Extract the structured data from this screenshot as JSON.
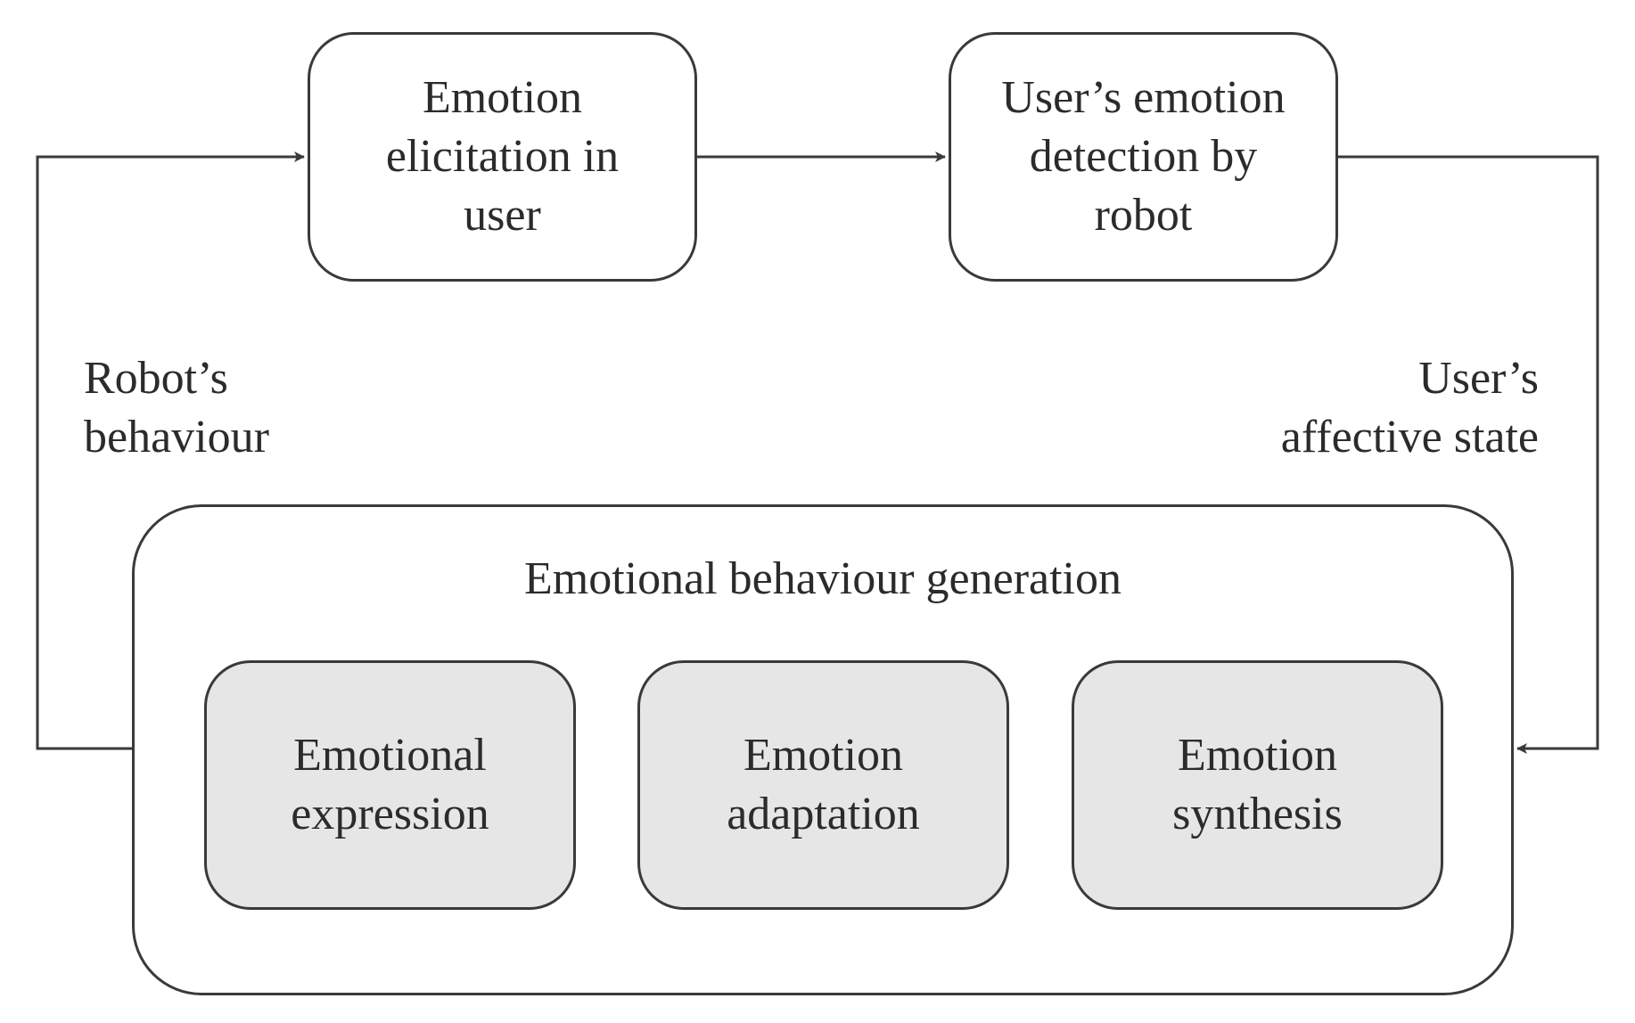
{
  "boxes": {
    "elicitation": "Emotion\nelicitation in\nuser",
    "detection": "User’s emotion\ndetection by\nrobot"
  },
  "labels": {
    "robot_behaviour": "Robot’s\nbehaviour",
    "affective_state": "User’s\naffective state"
  },
  "generation": {
    "title": "Emotional behaviour generation",
    "items": [
      "Emotional\nexpression",
      "Emotion\nadaptation",
      "Emotion\nsynthesis"
    ]
  },
  "colors": {
    "stroke": "#3a3a3a",
    "inner_fill": "#e6e6e6",
    "text": "#2b2b2b"
  }
}
